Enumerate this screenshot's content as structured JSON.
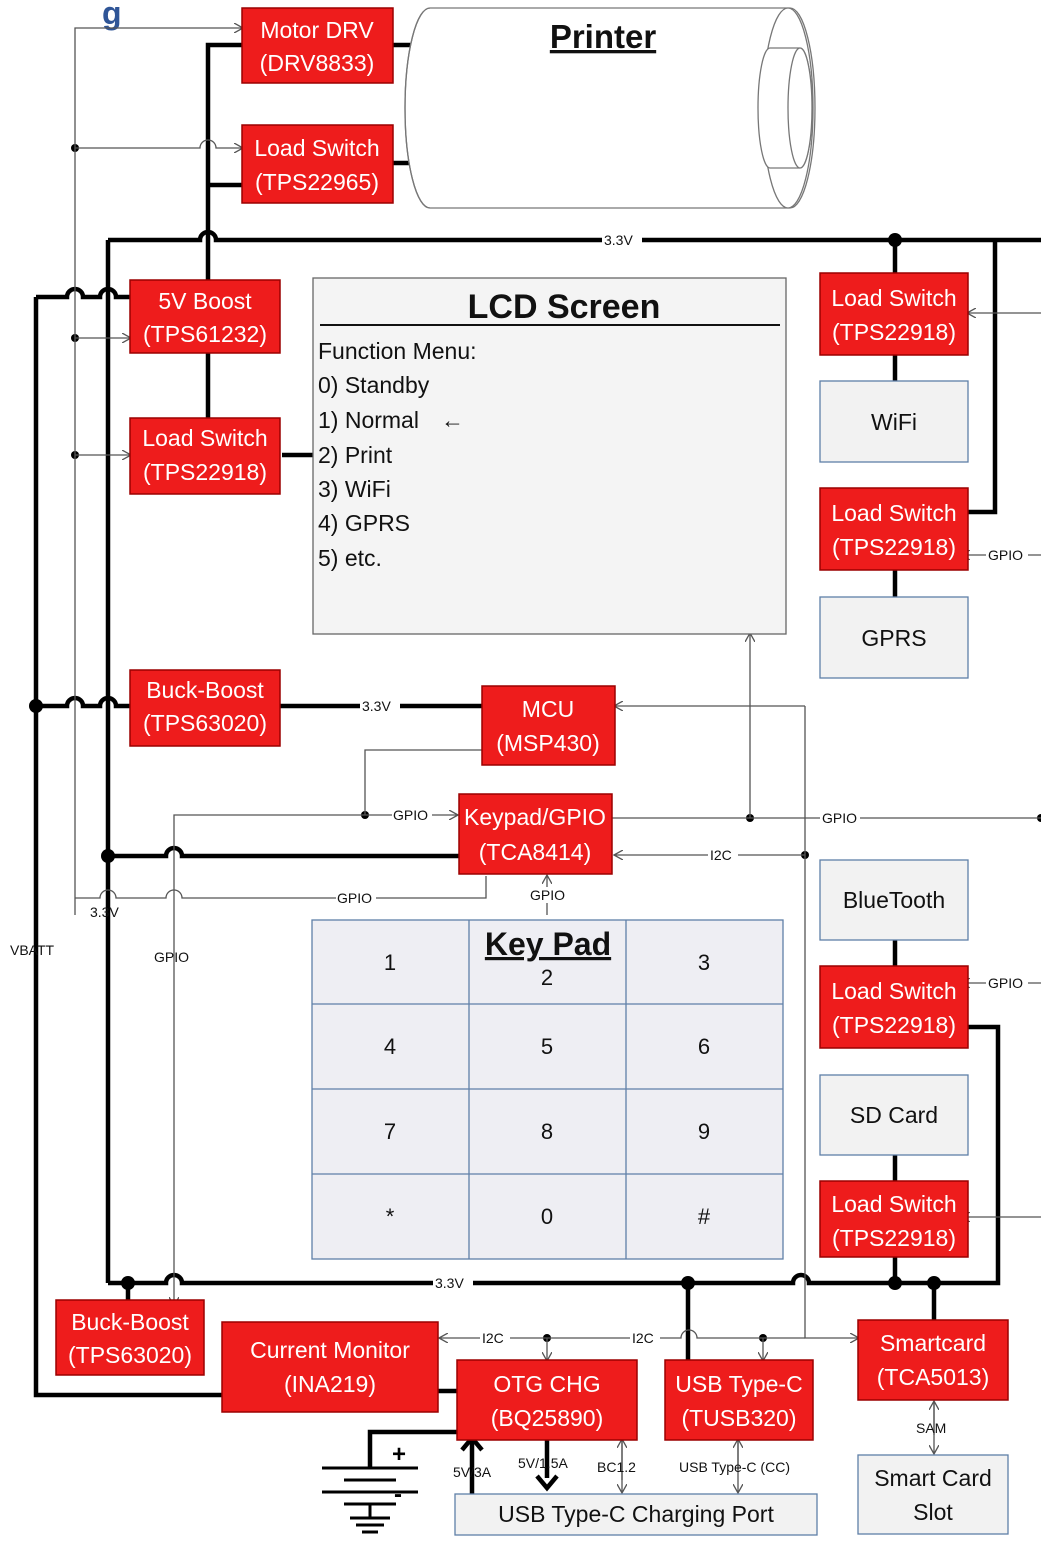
{
  "header": {
    "title_fragment": "g"
  },
  "printer": {
    "title": "Printer"
  },
  "lcd": {
    "title": "LCD Screen",
    "menu_title": "Function Menu:",
    "items": [
      "0) Standby",
      "1) Normal",
      "2) Print",
      "3) WiFi",
      "4) GPRS",
      "5) etc."
    ],
    "arrow": "←"
  },
  "keypad": {
    "title": "Key Pad",
    "keys": [
      "1",
      "2",
      "3",
      "4",
      "5",
      "6",
      "7",
      "8",
      "9",
      "*",
      "0",
      "#"
    ]
  },
  "blocks": {
    "motor_drv": [
      "Motor DRV",
      "(DRV8833)"
    ],
    "ls_printer": [
      "Load Switch",
      "(TPS22965)"
    ],
    "boost5v": [
      "5V Boost",
      "(TPS61232)"
    ],
    "ls_left": [
      "Load Switch",
      "(TPS22918)"
    ],
    "ls_wifi": [
      "Load Switch",
      "(TPS22918)"
    ],
    "ls_gprs": [
      "Load Switch",
      "(TPS22918)"
    ],
    "ls_bt": [
      "Load Switch",
      "(TPS22918)"
    ],
    "ls_sd": [
      "Load Switch",
      "(TPS22918)"
    ],
    "bb_top": [
      "Buck-Boost",
      "(TPS63020)"
    ],
    "bb_bottom": [
      "Buck-Boost",
      "(TPS63020)"
    ],
    "mcu": [
      "MCU",
      "(MSP430)"
    ],
    "keypad_ic": [
      "Keypad/GPIO",
      "(TCA8414)"
    ],
    "current_monitor": [
      "Current Monitor",
      "(INA219)"
    ],
    "otg_chg": [
      "OTG CHG",
      "(BQ25890)"
    ],
    "usbc_ic": [
      "USB Type-C",
      "(TUSB320)"
    ],
    "smartcard_ic": [
      "Smartcard",
      "(TCA5013)"
    ]
  },
  "peripherals": {
    "wifi": "WiFi",
    "gprs": "GPRS",
    "bluetooth": "BlueTooth",
    "sdcard": "SD Card",
    "smartcard_slot": [
      "Smart Card",
      "Slot"
    ],
    "usb_port": "USB Type-C Charging Port"
  },
  "labels": {
    "rail_3v3": "3.3V",
    "gpio": "GPIO",
    "i2c": "I2C",
    "vbatt": "VBATT",
    "sam": "SAM",
    "p5v3a": "5V/3A",
    "p5v15a": "5V/1.5A",
    "bc12": "BC1.2",
    "usbcc": "USB Type-C (CC)",
    "plus": "+",
    "minus": "-"
  },
  "colors": {
    "block_red": "#ee1c1c",
    "title_blue": "#2f5597"
  }
}
